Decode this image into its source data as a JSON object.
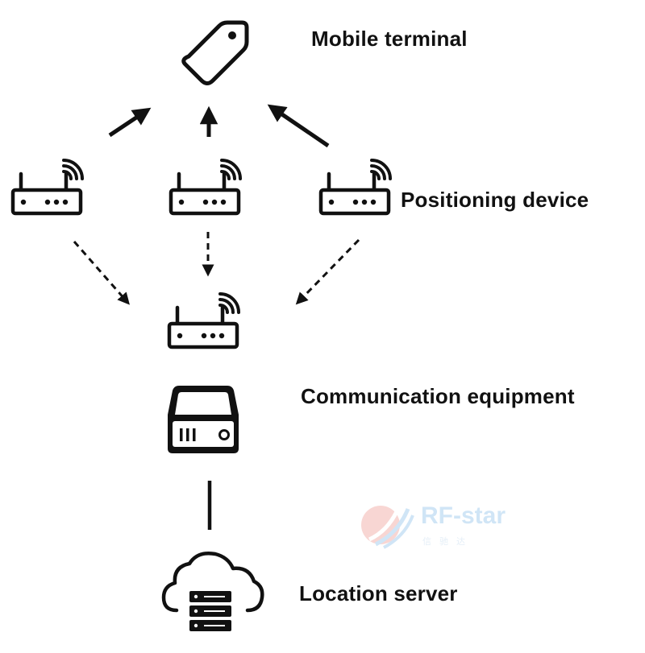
{
  "labels": {
    "mobile_terminal": "Mobile terminal",
    "positioning_device": "Positioning device",
    "communication_equipment": "Communication equipment",
    "location_server": "Location server"
  },
  "watermark": {
    "brand": "RF-star",
    "subtitle": "信驰达"
  },
  "nodes": [
    {
      "id": "tag",
      "icon": "tag-icon"
    },
    {
      "id": "router-left",
      "icon": "router-icon"
    },
    {
      "id": "router-center",
      "icon": "router-icon"
    },
    {
      "id": "router-right",
      "icon": "router-icon"
    },
    {
      "id": "router-gateway",
      "icon": "router-icon"
    },
    {
      "id": "drive",
      "icon": "hard-drive-icon"
    },
    {
      "id": "cloud",
      "icon": "cloud-server-icon"
    }
  ],
  "edges": [
    {
      "from": "router-left",
      "to": "tag",
      "style": "solid",
      "arrow": true
    },
    {
      "from": "router-center",
      "to": "tag",
      "style": "solid",
      "arrow": true
    },
    {
      "from": "router-right",
      "to": "tag",
      "style": "solid",
      "arrow": true
    },
    {
      "from": "router-left",
      "to": "router-gateway",
      "style": "dashed",
      "arrow": true
    },
    {
      "from": "router-center",
      "to": "router-gateway",
      "style": "dashed",
      "arrow": true
    },
    {
      "from": "router-right",
      "to": "router-gateway",
      "style": "dashed",
      "arrow": true
    },
    {
      "from": "drive",
      "to": "cloud",
      "style": "solid",
      "arrow": false
    }
  ],
  "colors": {
    "stroke": "#111111",
    "watermark_red": "#e24a3a",
    "watermark_blue": "#2d8cd9"
  }
}
